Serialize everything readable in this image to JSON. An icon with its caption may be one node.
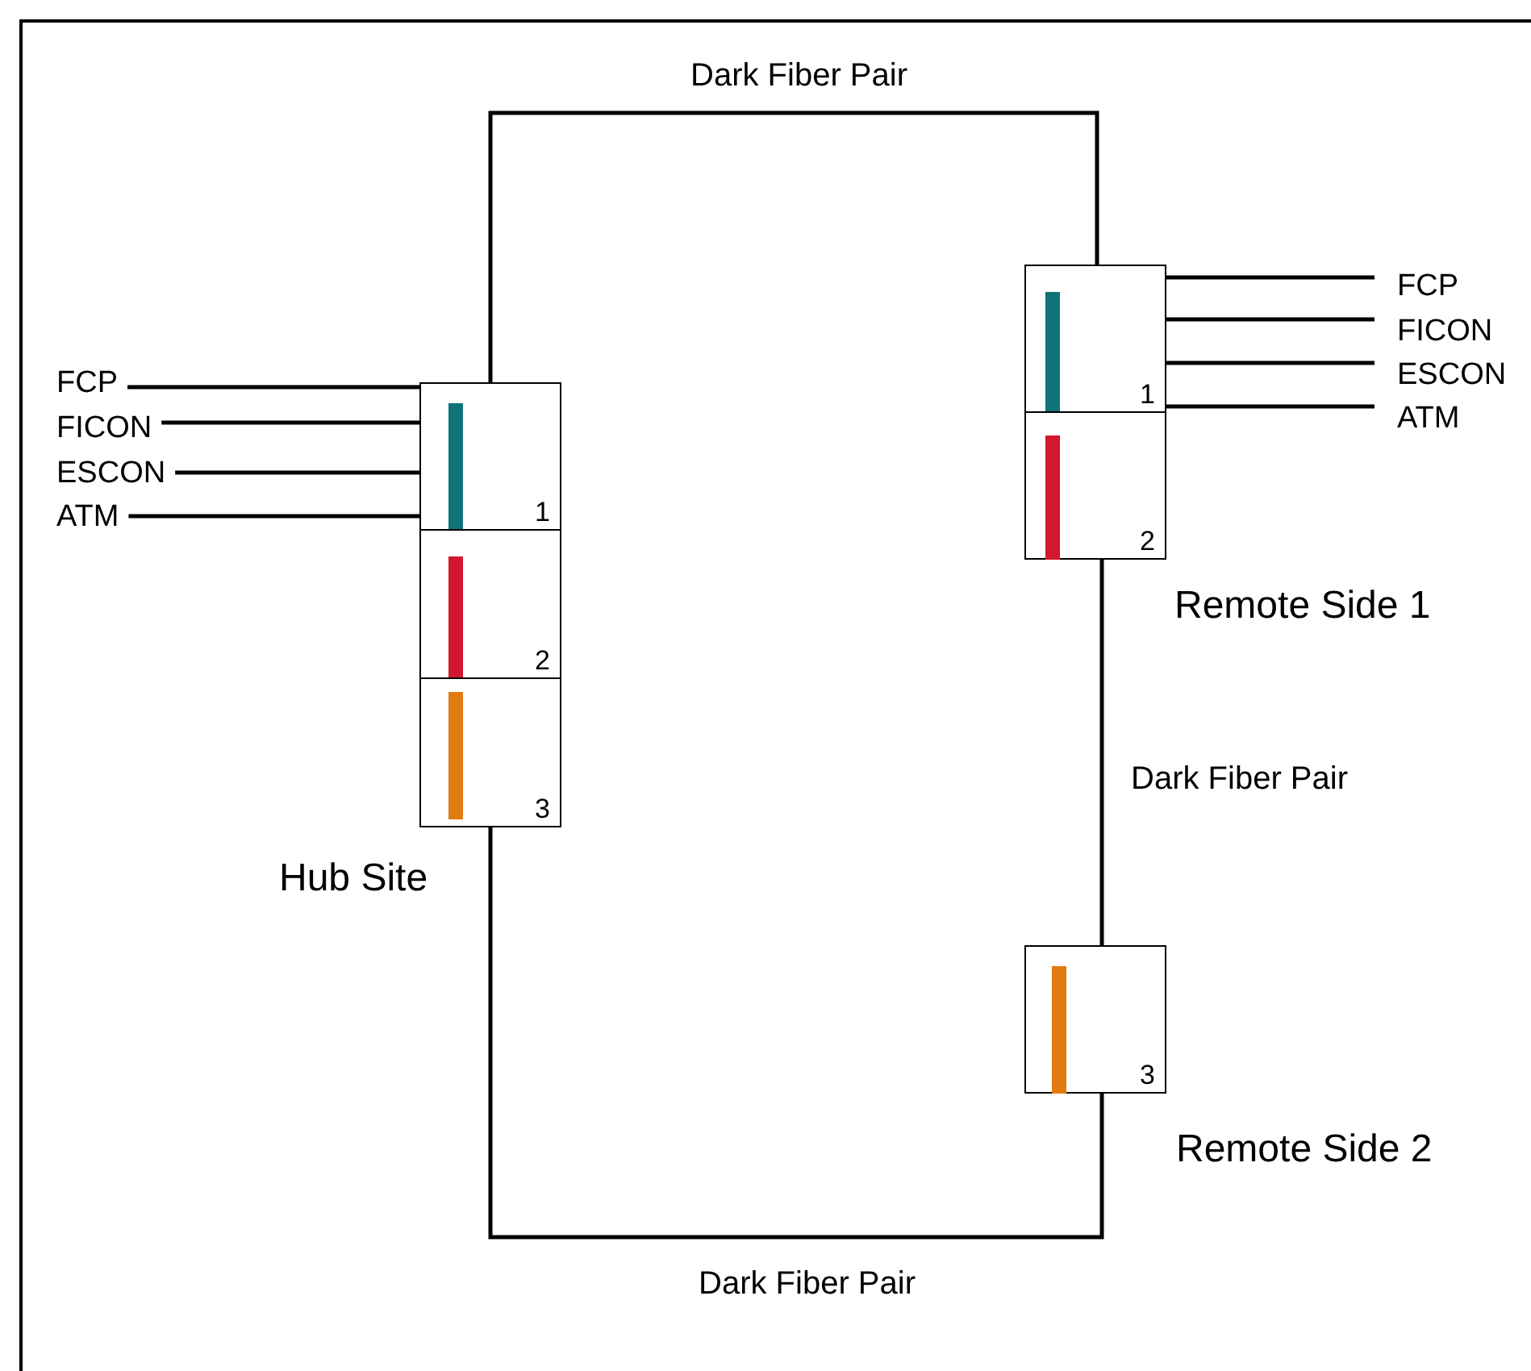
{
  "diagram": {
    "nodes": [
      {
        "text": [
          "Hub Site"
        ]
      },
      {
        "text": [
          "1"
        ],
        "in": 0
      },
      {
        "text": [
          "2"
        ],
        "in": 0
      },
      {
        "text": [
          "3"
        ],
        "in": 0
      },
      {
        "text": [
          "Remote Side 1"
        ]
      },
      {
        "text": [
          "1"
        ],
        "in": 4
      },
      {
        "text": [
          "2"
        ],
        "in": 4
      },
      {
        "text": [
          "Remote Side 2"
        ]
      },
      {
        "text": [
          "3"
        ],
        "in": 7
      },
      {
        "text": [
          "FCP"
        ]
      },
      {
        "text": [
          "FICON"
        ]
      },
      {
        "text": [
          "ESCON"
        ]
      },
      {
        "text": [
          "ATM"
        ]
      },
      {
        "text": [
          "FCP"
        ]
      },
      {
        "text": [
          "FICON"
        ]
      },
      {
        "text": [
          "ESCON"
        ]
      },
      {
        "text": [
          "ATM"
        ]
      }
    ],
    "edges": [
      {
        "from": 1,
        "to": 5,
        "arrow": "none",
        "label": "Dark Fiber Pair"
      },
      {
        "from": 6,
        "to": 8,
        "arrow": "none",
        "label": "Dark Fiber Pair"
      },
      {
        "from": 3,
        "to": 8,
        "arrow": "none",
        "label": "Dark Fiber Pair"
      },
      {
        "from": 9,
        "to": 1,
        "arrow": "none"
      },
      {
        "from": 10,
        "to": 1,
        "arrow": "none"
      },
      {
        "from": 11,
        "to": 1,
        "arrow": "none"
      },
      {
        "from": 12,
        "to": 1,
        "arrow": "none"
      },
      {
        "from": 13,
        "to": 5,
        "arrow": "none"
      },
      {
        "from": 14,
        "to": 5,
        "arrow": "none"
      },
      {
        "from": 15,
        "to": 5,
        "arrow": "none"
      },
      {
        "from": 16,
        "to": 5,
        "arrow": "none"
      }
    ]
  }
}
